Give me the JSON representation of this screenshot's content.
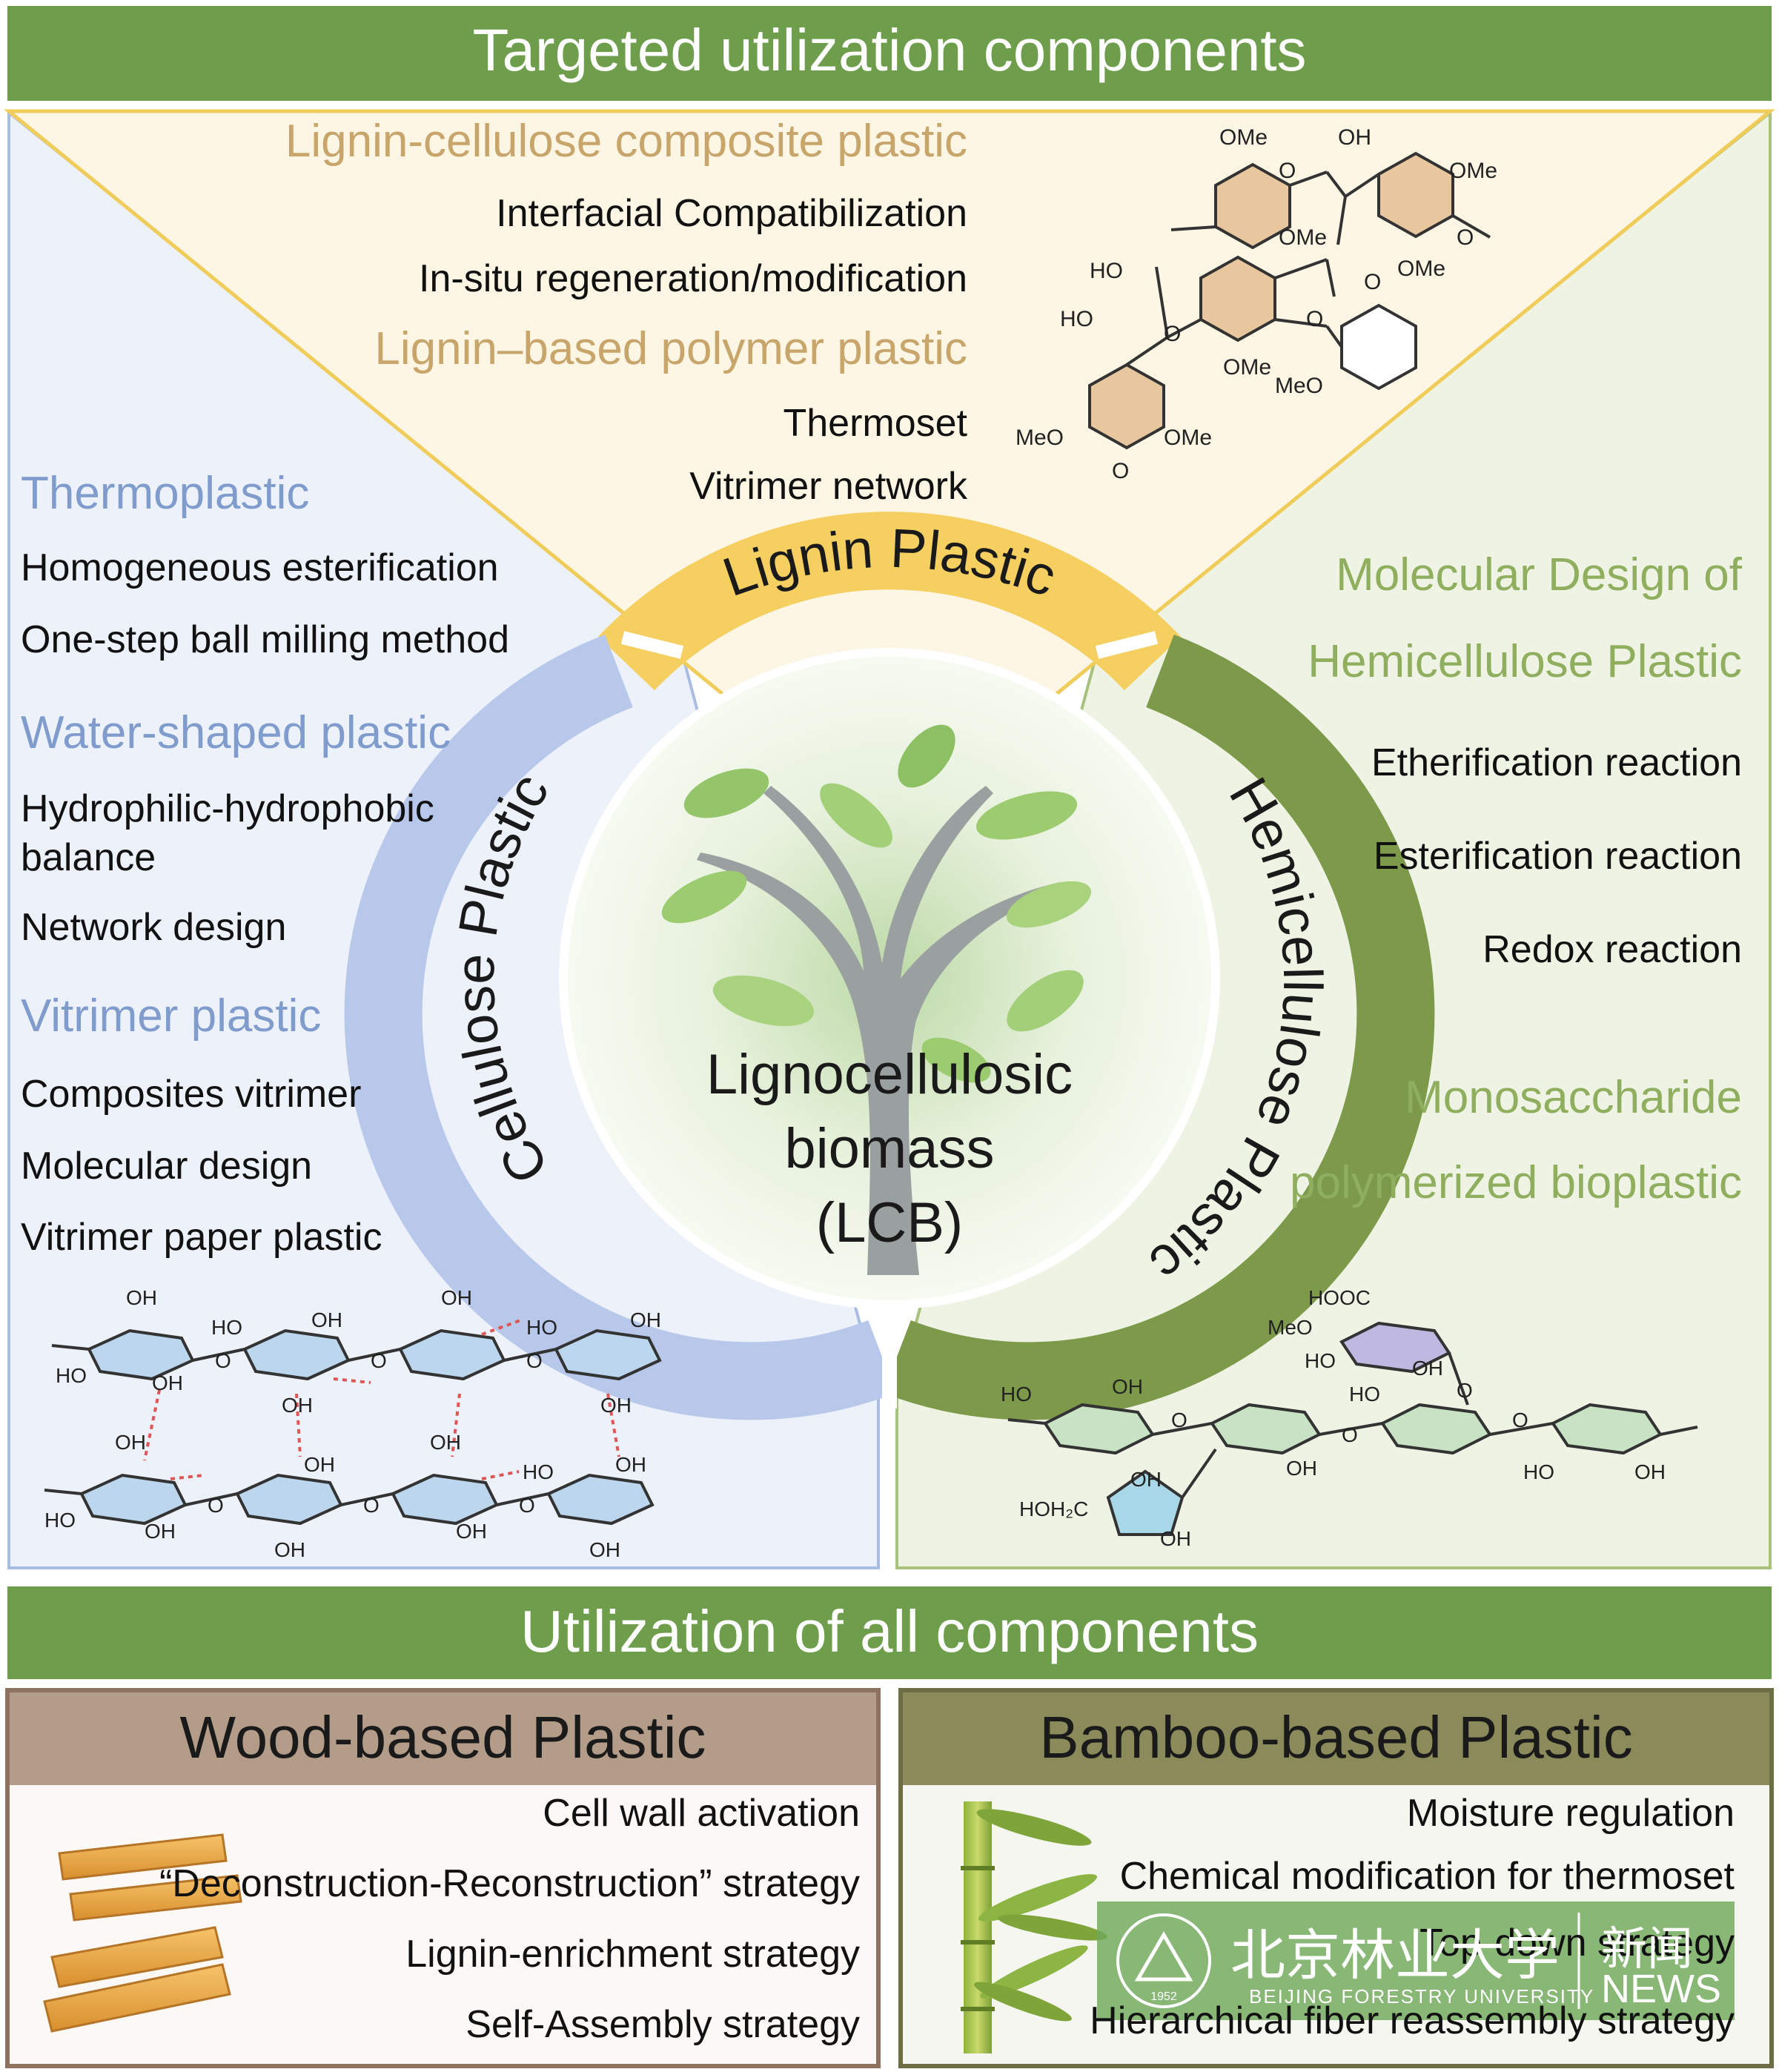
{
  "banners": {
    "top": "Targeted utilization components",
    "middle": "Utilization of all components"
  },
  "lignin_panel": {
    "header1": "Lignin-cellulose composite plastic",
    "items1": [
      "Interfacial Compatibilization",
      "In-situ regeneration/modification"
    ],
    "header2": "Lignin–based polymer plastic",
    "items2": [
      "Thermoset",
      "Vitrimer network"
    ],
    "arc_label": "Lignin Plastic",
    "structure_labels": {
      "ome1": "OMe",
      "oh1": "OH",
      "ome2": "OMe",
      "o1": "O",
      "ome3": "OMe",
      "o2": "O",
      "ome4": "OMe",
      "o3": "O",
      "ho1": "HO",
      "ho2": "HO",
      "o4": "O",
      "ome5": "OMe",
      "o5": "O",
      "meo1": "MeO",
      "meo2": "MeO",
      "ome6": "OMe",
      "o6": "O"
    }
  },
  "cellulose_panel": {
    "header1": "Thermoplastic",
    "items1": [
      "Homogeneous esterification",
      "One-step ball milling method"
    ],
    "header2": "Water-shaped plastic",
    "items2": [
      "Hydrophilic-hydrophobic",
      "balance",
      "Network design"
    ],
    "header3": "Vitrimer plastic",
    "items3": [
      "Composites vitrimer",
      "Molecular design",
      "Vitrimer paper plastic"
    ],
    "arc_label": "Cellulose Plastic",
    "structure_labels": {
      "oh": "OH",
      "ho": "HO",
      "o": "O"
    }
  },
  "hemicellulose_panel": {
    "header1a": "Molecular Design of",
    "header1b": "Hemicellulose Plastic",
    "items1": [
      "Etherification reaction",
      "Esterification reaction",
      "Redox reaction"
    ],
    "header2a": "Monosaccharide",
    "header2b": "polymerized bioplastic",
    "arc_label": "Hemicellulose Plastic",
    "structure_labels": {
      "hooc": "HOOC",
      "meo": "MeO",
      "ho": "HO",
      "oh": "OH",
      "o": "O",
      "hoh2c": "HOH₂C"
    }
  },
  "center": {
    "line1": "Lignocellulosic",
    "line2": "biomass",
    "line3": "(LCB)"
  },
  "wood_box": {
    "title": "Wood-based Plastic",
    "items": [
      "Cell wall activation",
      "“Deconstruction-Reconstruction” strategy",
      "Lignin-enrichment strategy",
      "Self-Assembly strategy"
    ]
  },
  "bamboo_box": {
    "title": "Bamboo-based Plastic",
    "items": [
      "Moisture regulation",
      "Chemical modification for thermoset",
      "Top-down strategy",
      "Hierarchical fiber reassembly strategy"
    ]
  },
  "watermark": {
    "cn": "北京林业大学",
    "en": "BEIJING FORESTRY UNIVERSITY",
    "news_cn": "新闻",
    "news_en": "NEWS",
    "seal_year": "1952"
  },
  "colors": {
    "green_banner": "#6e9e4b",
    "lignin_bg": "#fdf6e4",
    "lignin_arc": "#f5cf5f",
    "cellulose_bg": "#edf1fa",
    "cellulose_arc": "#b7c8ea",
    "hemi_bg": "#eef3e4",
    "hemi_arc": "#7d9a4b",
    "wood_title": "#b39c88",
    "bamboo_title": "#8a8a5a"
  }
}
